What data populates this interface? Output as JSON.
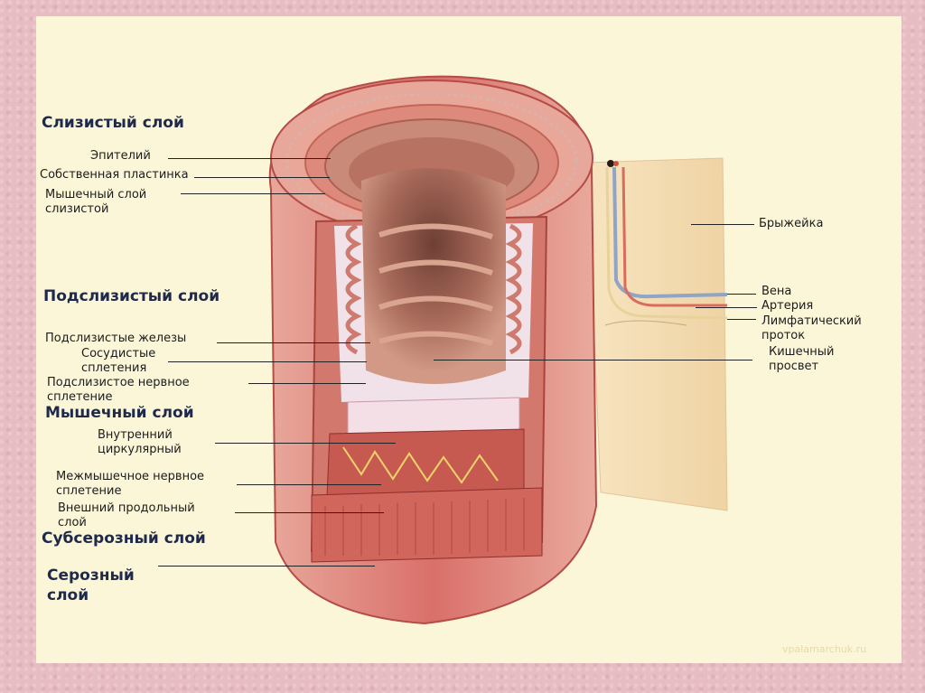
{
  "headings": {
    "mucosa": "Слизистый слой",
    "submucosa": "Подслизистый слой",
    "muscularis": "Мышечный слой",
    "subserosa": "Субсерозный слой",
    "serosa": "Серозный\nслой"
  },
  "labels": {
    "epithelium": "Эпителий",
    "lamina_propria": "Собственная пластинка",
    "muscularis_mucosae": "Мышечный слой\nслизистой",
    "submucosal_glands": "Подслизистые железы",
    "vascular_plexus": "Сосудистые\nсплетения",
    "submucosal_plexus": "Подслизистое нервное\nсплетение",
    "inner_circular": "Внутренний\nциркулярный",
    "myenteric_plexus": "Межмышечное нервное\nсплетение",
    "outer_longitudinal": "Внешний продольный\nслой",
    "mesentery": "Брыжейка",
    "vein": "Вена",
    "artery": "Артерия",
    "lymph_duct": "Лимфатический\nпроток",
    "lumen": "Кишечный\nпросвет"
  },
  "credit": "vpalamarchuk.ru",
  "colors": {
    "background": "#e7bcc3",
    "panel": "#fbf6d8",
    "heading": "#1f2a4a",
    "tissue": "#d9706a",
    "mucosa": "#c98a7a",
    "mesentery": "#f4dcb0"
  }
}
